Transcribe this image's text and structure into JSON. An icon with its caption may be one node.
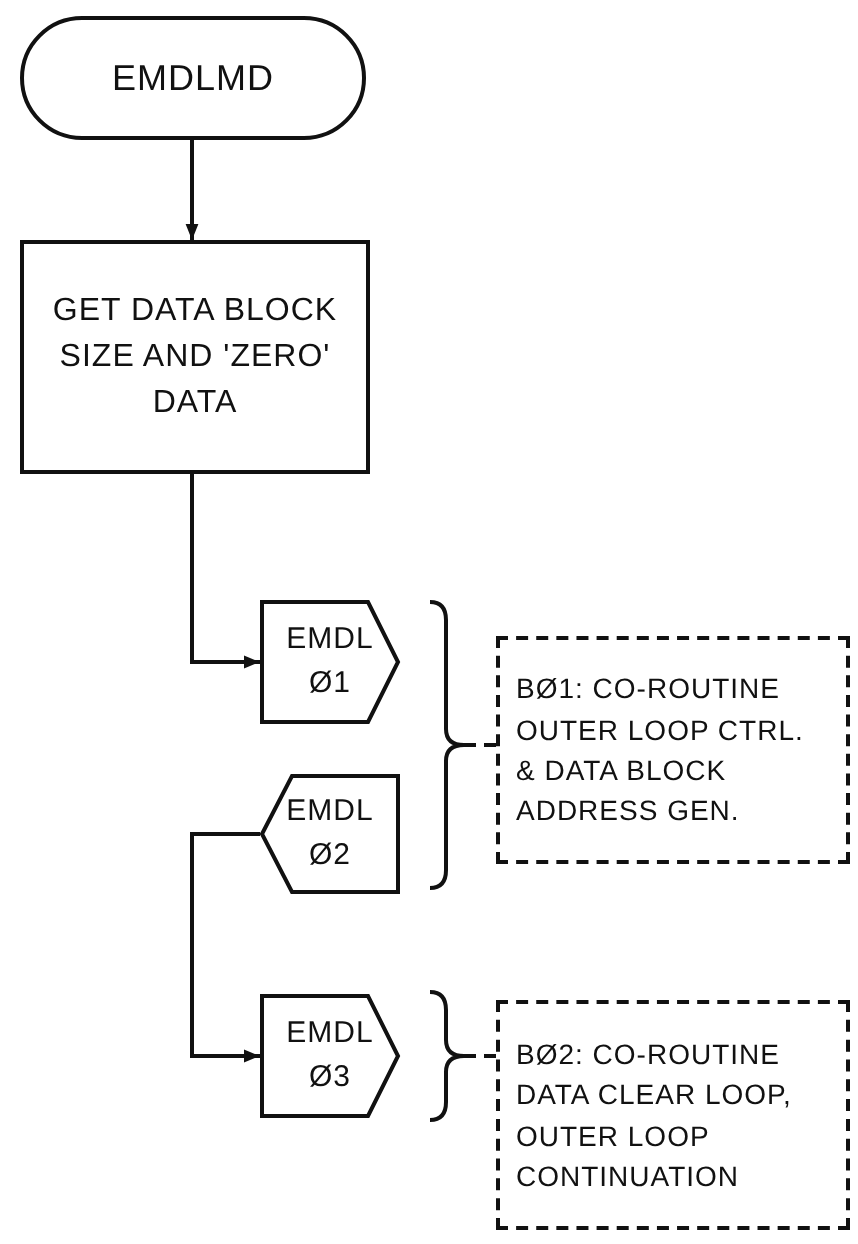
{
  "diagram": {
    "nodes": [
      {
        "text": [
          "EMDLMD"
        ]
      },
      {
        "text": [
          "GET DATA BLOCK SIZE AND 'ZERO' DATA"
        ]
      },
      {
        "text": [
          "EMDL Ø1"
        ]
      },
      {
        "text": [
          "EMDL Ø2"
        ]
      },
      {
        "text": [],
        "shape": "bracket"
      },
      {
        "text": [
          "BØ1: CO-ROUTINE OUTER LOOP CTRL. & DATA BLOCK ADDRESS GEN."
        ]
      },
      {
        "text": [
          "EMDL Ø3"
        ]
      },
      {
        "text": [],
        "shape": "bracket"
      },
      {
        "text": [
          "BØ2: CO-ROUTINE DATA CLEAR LOOP, OUTER LOOP CONTINUATION"
        ]
      }
    ],
    "edges": [
      {
        "from": 0,
        "to": 1,
        "arrow": "to"
      },
      {
        "from": 1,
        "to": 2,
        "arrow": "to"
      },
      {
        "from": 3,
        "to": 6,
        "arrow": "to"
      },
      {
        "from": 5,
        "to": 4,
        "arrow": "none",
        "style": "dashed"
      },
      {
        "from": 8,
        "to": 7,
        "arrow": "none",
        "style": "dashed"
      }
    ]
  }
}
